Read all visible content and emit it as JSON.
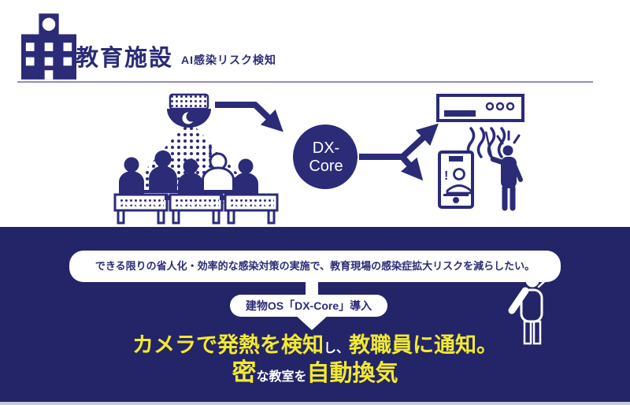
{
  "colors": {
    "navy": "#2b2b78",
    "band_navy": "#242469",
    "yellow": "#f2ea2e",
    "rule": "#8e8ec2",
    "bottom_strip": "#c9c9d6"
  },
  "header": {
    "title": "教育施設",
    "subtitle": "AI感染リスク検知"
  },
  "diagram": {
    "dx_core_line1": "DX-",
    "dx_core_line2": "Core",
    "alert_mark": "!"
  },
  "band": {
    "wish_text": "できる限りの省人化・効率的な感染対策の実施で、教育現場の感染症拡大リスクを減らしたい。",
    "pill_label": "建物OS「DX-Core」導入",
    "headline": {
      "line1": {
        "a": "カメラで発熱を検知",
        "b": "し、",
        "c": "教職員に通知。"
      },
      "line2": {
        "a": "密",
        "b": "な教室を",
        "c": "自動換気"
      }
    }
  }
}
